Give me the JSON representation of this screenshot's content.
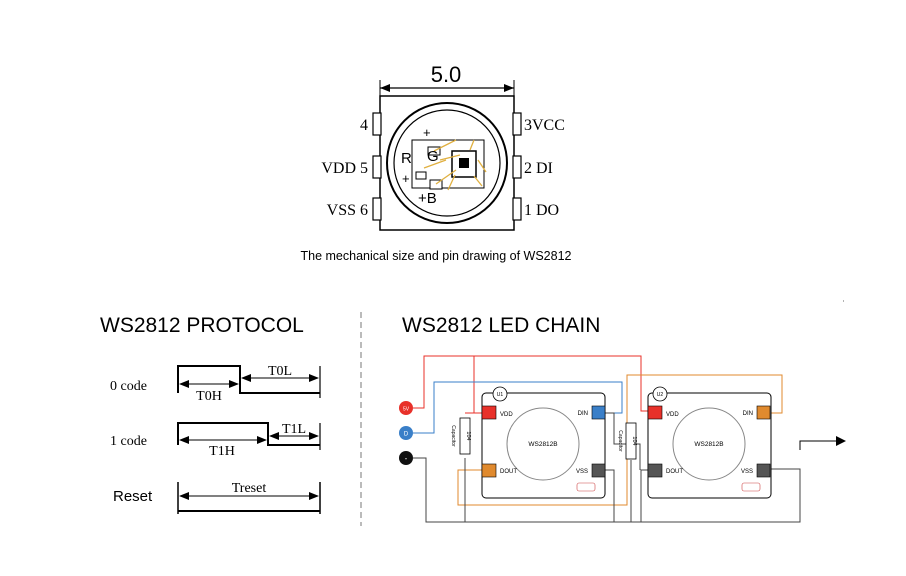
{
  "mechanical": {
    "dimension": "5.0",
    "caption": "The mechanical size and pin drawing of WS2812",
    "pins": {
      "p4": "4",
      "p3vcc": "3VCC",
      "vdd5": "VDD 5",
      "di2": "2 DI",
      "vss6": "VSS 6",
      "do1": "1 DO"
    },
    "die_labels": {
      "r": "R",
      "g": "G",
      "b": "B",
      "plus_b": "+B",
      "plus1": "+",
      "plus2": "+"
    }
  },
  "protocol": {
    "title": "WS2812 PROTOCOL",
    "code0": "0 code",
    "code1": "1 code",
    "reset": "Reset",
    "t0h": "T0H",
    "t0l": "T0L",
    "t1h": "T1H",
    "t1l": "T1L",
    "treset": "Treset"
  },
  "chain": {
    "title": "WS2812 LED CHAIN",
    "inputs": {
      "vcc": "5V",
      "data": "D",
      "gnd": "-"
    },
    "led1": {
      "ref": "U1",
      "name": "WS2812B",
      "vdd": "VDD",
      "din": "DIN",
      "dout": "DOUT",
      "vss": "VSS",
      "cap_value": "104",
      "cap_label": "Capacitor"
    },
    "led2": {
      "ref": "U2",
      "name": "WS2812B",
      "vdd": "VDD",
      "din": "DIN",
      "dout": "DOUT",
      "vss": "VSS",
      "cap_value": "104",
      "cap_label": "Capacitor"
    },
    "wire_colors": {
      "vcc": "#e8312a",
      "data": "#3a7fc8",
      "gnd": "#555555",
      "dout": "#e08a2e"
    }
  }
}
